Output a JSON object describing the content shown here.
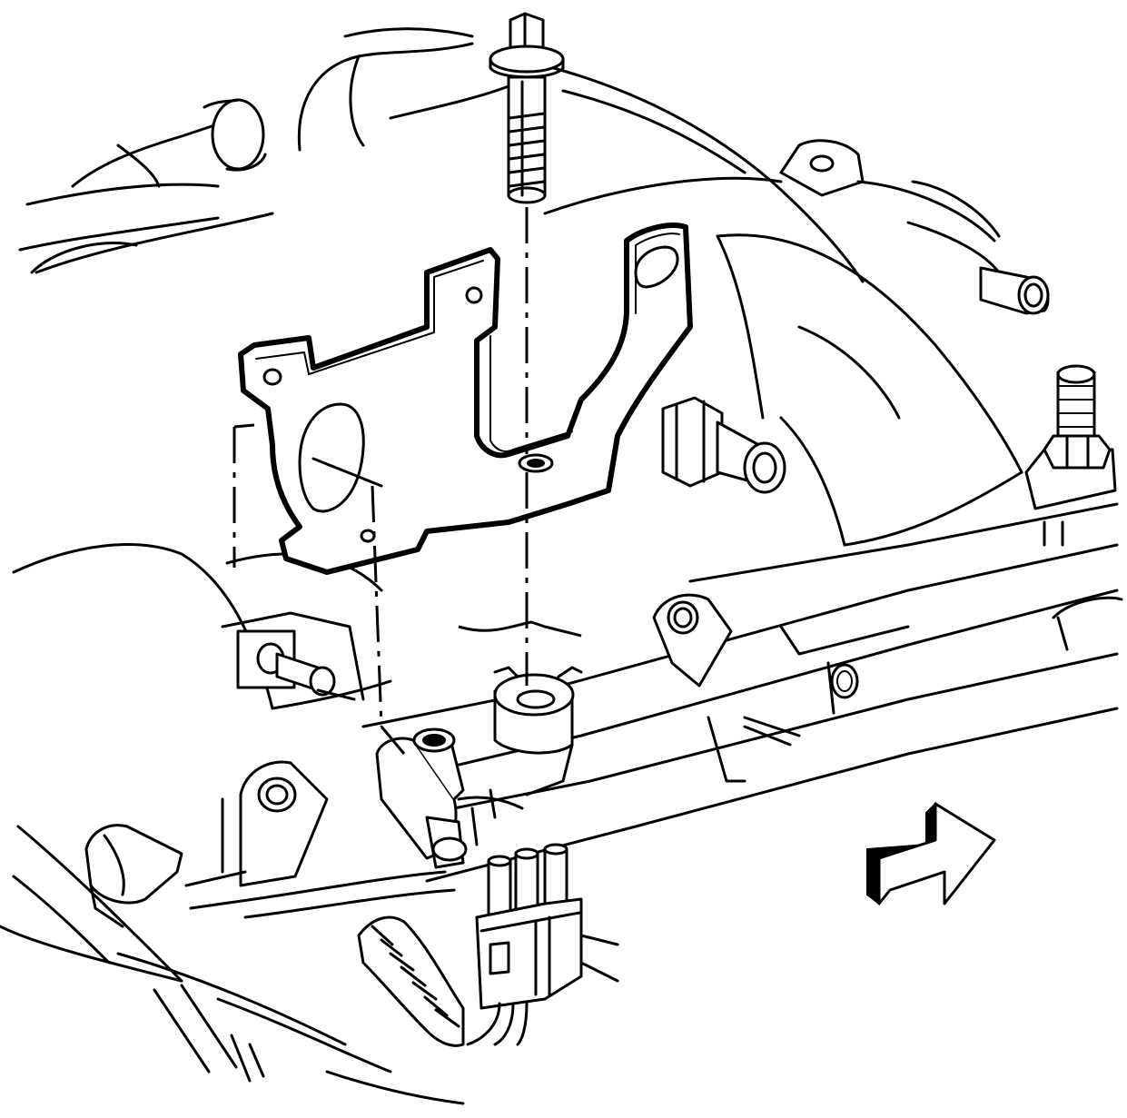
{
  "diagram": {
    "colors": {
      "line": "#000000",
      "background": "#ffffff"
    },
    "parts": [
      "flange-bolt",
      "mounting-bracket",
      "intake-manifold",
      "fuel-rail",
      "bracket-boss",
      "stud-with-nut",
      "hose-fitting",
      "wiring-connector",
      "wiring-harness",
      "coolant-hose"
    ],
    "icons": [
      "front-direction-arrow-icon"
    ]
  }
}
